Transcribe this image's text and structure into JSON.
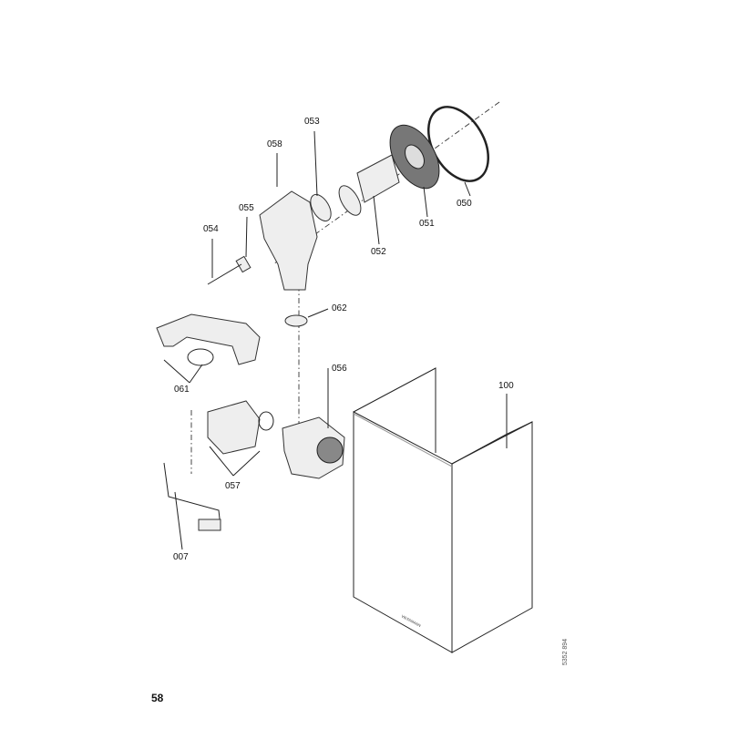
{
  "page_number": "58",
  "drawing_code": "5352 894",
  "brand_mark": "VIESSMANN",
  "parts": [
    {
      "id": "050"
    },
    {
      "id": "051"
    },
    {
      "id": "052"
    },
    {
      "id": "053"
    },
    {
      "id": "054"
    },
    {
      "id": "055"
    },
    {
      "id": "056"
    },
    {
      "id": "057"
    },
    {
      "id": "058"
    },
    {
      "id": "061"
    },
    {
      "id": "062"
    },
    {
      "id": "007"
    },
    {
      "id": "100"
    }
  ]
}
